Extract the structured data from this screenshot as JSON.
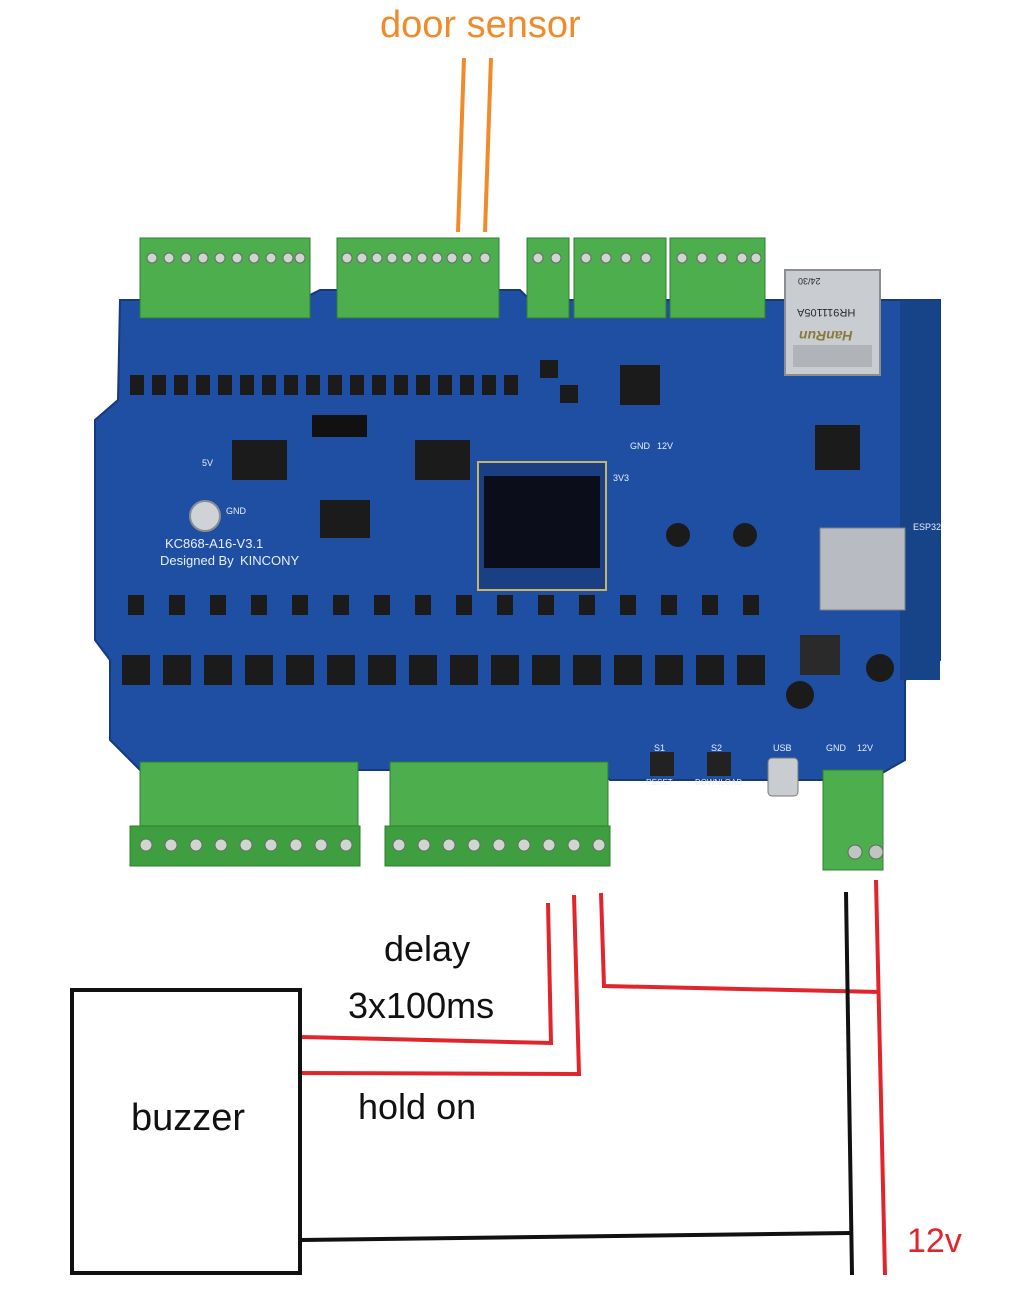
{
  "annotations": {
    "door_sensor": {
      "text": "door sensor",
      "color": "#f08a2a"
    },
    "delay": {
      "line1": "delay",
      "line2": "3x100ms"
    },
    "hold_on": "hold on",
    "buzzer": "buzzer",
    "power": {
      "text": "12v",
      "color": "#e0262b"
    }
  },
  "board": {
    "model": "KC868-A16-V3.1",
    "designer": "Designed By",
    "brand": "KINCONY",
    "labels": {
      "gnd": "GND",
      "v12": "12V",
      "v5": "5V",
      "v3": "3V3",
      "usb": "USB",
      "esp32": "ESP32",
      "s1": "S1",
      "s2": "S2",
      "reset": "RESET",
      "download": "DOWNLOAD",
      "gnd_terminal": "GND",
      "v12_terminal": "12V"
    },
    "ethernet_jack": {
      "brand": "HanRun",
      "part": "HR911105A",
      "date": "24/30"
    },
    "colors": {
      "pcb": "#1f4fa3",
      "terminal": "#4cae4c",
      "wire_red": "#e0262b",
      "wire_black": "#111111",
      "wire_orange": "#f08a2a"
    }
  }
}
